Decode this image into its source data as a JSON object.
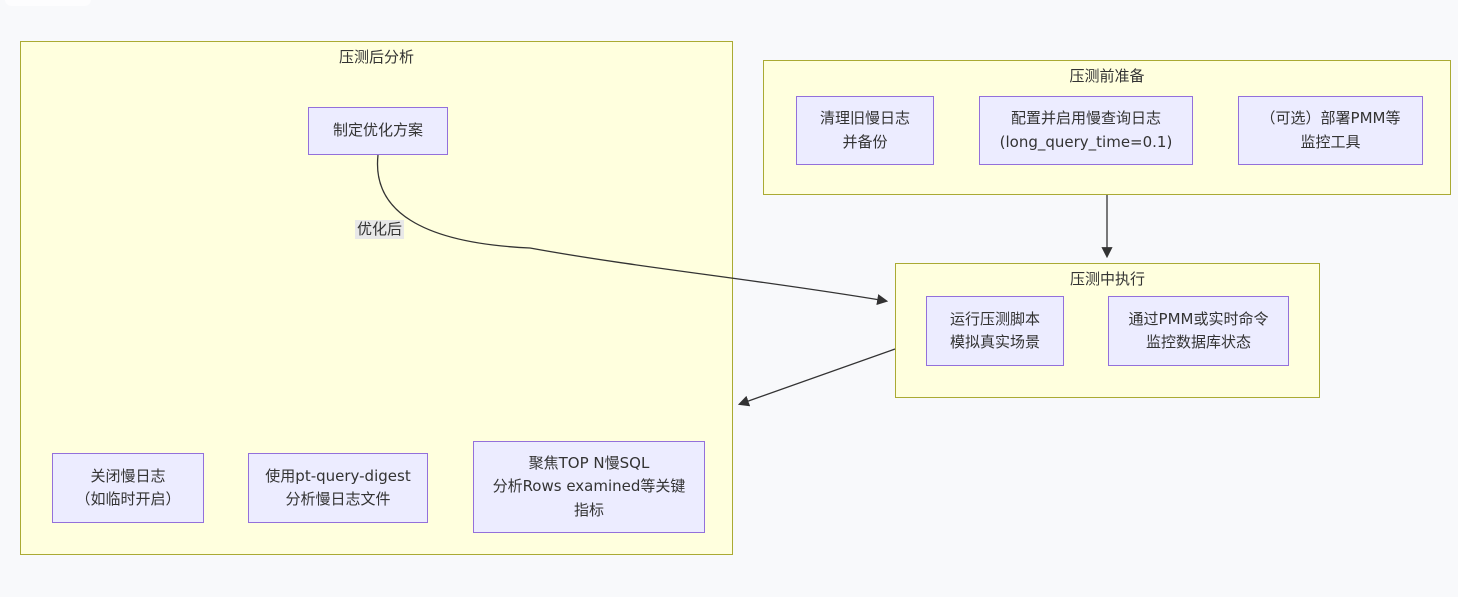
{
  "diagram": {
    "type": "flowchart",
    "background_color": "#f8f9fb",
    "cluster_fill": "#ffffde",
    "cluster_border": "#aaaa33",
    "node_fill": "#ececff",
    "node_border": "#9370db",
    "edge_color": "#333333",
    "edge_label_background": "#e8e8e8",
    "text_color": "#333333"
  },
  "clusters": {
    "post": {
      "title": "压测后分析"
    },
    "pre": {
      "title": "压测前准备"
    },
    "during": {
      "title": "压测中执行"
    }
  },
  "nodes": {
    "plan": {
      "lines": [
        "制定优化方案"
      ]
    },
    "close": {
      "lines": [
        "关闭慢日志",
        "（如临时开启）"
      ]
    },
    "digest": {
      "lines": [
        "使用pt-query-digest",
        "分析慢日志文件"
      ]
    },
    "topsql": {
      "lines": [
        "聚焦TOP N慢SQL",
        "分析Rows examined等关键",
        "指标"
      ]
    },
    "clean": {
      "lines": [
        "清理旧慢日志",
        "并备份"
      ]
    },
    "config": {
      "lines": [
        "配置并启用慢查询日志",
        "(long_query_time=0.1)"
      ]
    },
    "pmm": {
      "lines": [
        "（可选）部署PMM等",
        "监控工具"
      ]
    },
    "run": {
      "lines": [
        "运行压测脚本",
        "模拟真实场景"
      ]
    },
    "monitor": {
      "lines": [
        "通过PMM或实时命令",
        "监控数据库状态"
      ]
    }
  },
  "edges": {
    "optimized": {
      "label": "优化后",
      "from": "制定优化方案",
      "to": "压测中执行"
    },
    "pre_to_during": {
      "label": "",
      "from": "压测前准备",
      "to": "压测中执行"
    },
    "during_to_post": {
      "label": "",
      "from": "压测中执行",
      "to": "压测后分析"
    }
  }
}
